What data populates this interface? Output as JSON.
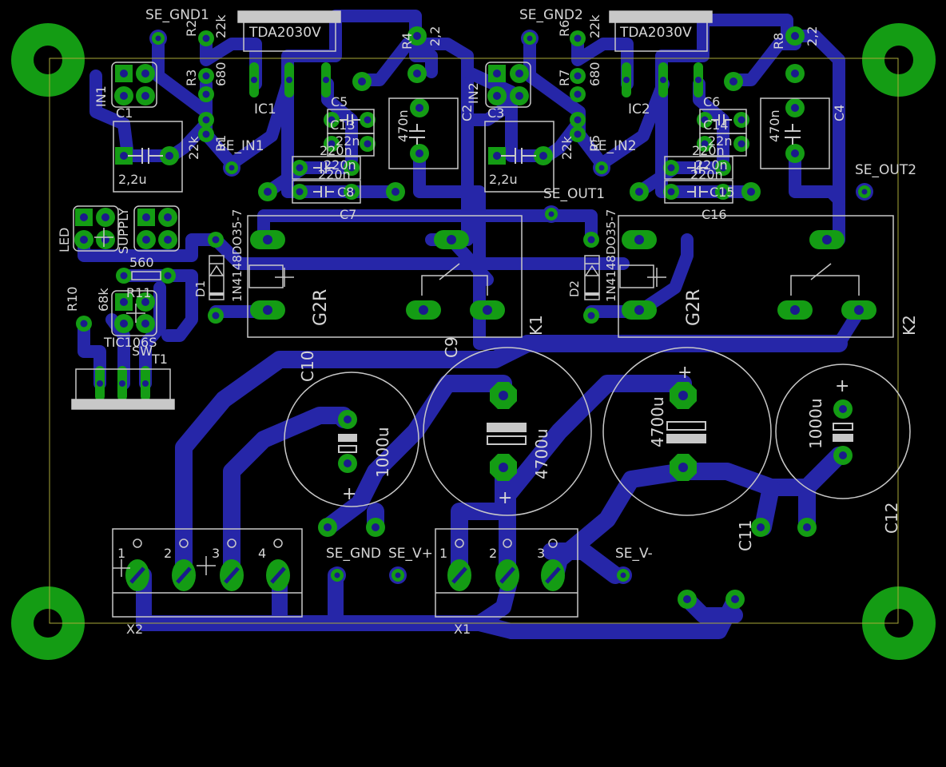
{
  "colors": {
    "background": "#000000",
    "trace": "#2626a8",
    "pad": "#149c14",
    "drill": "#1a1a8c",
    "silk": "#c8c8c8",
    "outline": "#a8a838"
  },
  "components": {
    "ic1": "TDA2030V",
    "ic2": "TDA2030V",
    "ic1_name": "IC1",
    "ic2_name": "IC2",
    "k1": "K1",
    "k2": "K2",
    "relay1": "G2R",
    "relay2": "G2R",
    "d1": "D1",
    "d2": "D2",
    "d1_val": "1N4148DO35-7",
    "d2_val": "1N4148DO35-7",
    "r1": "R1",
    "r2": "R2",
    "r3": "R3",
    "r4": "R4",
    "r5": "R5",
    "r6": "R6",
    "r7": "R7",
    "r8": "R8",
    "r10": "R10",
    "r11": "R11",
    "r_22k_a": "22k",
    "r_680_a": "680",
    "r_22k_b": "22k",
    "r_22k_c": "22k",
    "r_680_b": "680",
    "r_22k_d": "22k",
    "r4_val": "2,2",
    "r8_val": "2,2",
    "r10_val": "68k",
    "r11_val": "560",
    "c1": "C1",
    "c2": "C2",
    "c3": "C3",
    "c4": "C4",
    "c5": "C5",
    "c6": "C6",
    "c7": "C7",
    "c8": "C8",
    "c9": "C9",
    "c10": "C10",
    "c11": "C11",
    "c12": "C12",
    "c13": "C13",
    "c14": "C14",
    "c15": "C15",
    "c16": "C16",
    "c1_val": "2,2u",
    "c3_val": "2,2u",
    "c2_val": "470n",
    "c4_val": "470n",
    "c5_val": "22n",
    "c6_val": "22n",
    "c7_val": "220n",
    "c8_val": "220n",
    "c15_val": "220n",
    "c16_val": "220n",
    "c13_val": "220n",
    "c14_val": "220n",
    "c9_val": "4700u",
    "c10_val": "1000u",
    "c11_val": "4700u",
    "c12_val": "1000u",
    "in1": "IN1",
    "in2": "IN2",
    "led": "LED",
    "supply": "SUPPLY",
    "sw": "SW",
    "t1": "T1",
    "t1_val": "TIC106S",
    "x1": "X1",
    "x2": "X2"
  },
  "signals": {
    "se_gnd1": "SE_GND1",
    "se_gnd2": "SE_GND2",
    "se_in1": "SE_IN1",
    "se_in2": "SE_IN2",
    "se_out1": "SE_OUT1",
    "se_out2": "SE_OUT2",
    "se_gnd": "SE_GND",
    "se_vp": "SE_V+",
    "se_vm": "SE_V-"
  },
  "terminals": {
    "x2_pins": [
      "1",
      "2",
      "3",
      "4"
    ],
    "x1_pins": [
      "1",
      "2",
      "3"
    ]
  },
  "polarity": {
    "plus": "+"
  }
}
